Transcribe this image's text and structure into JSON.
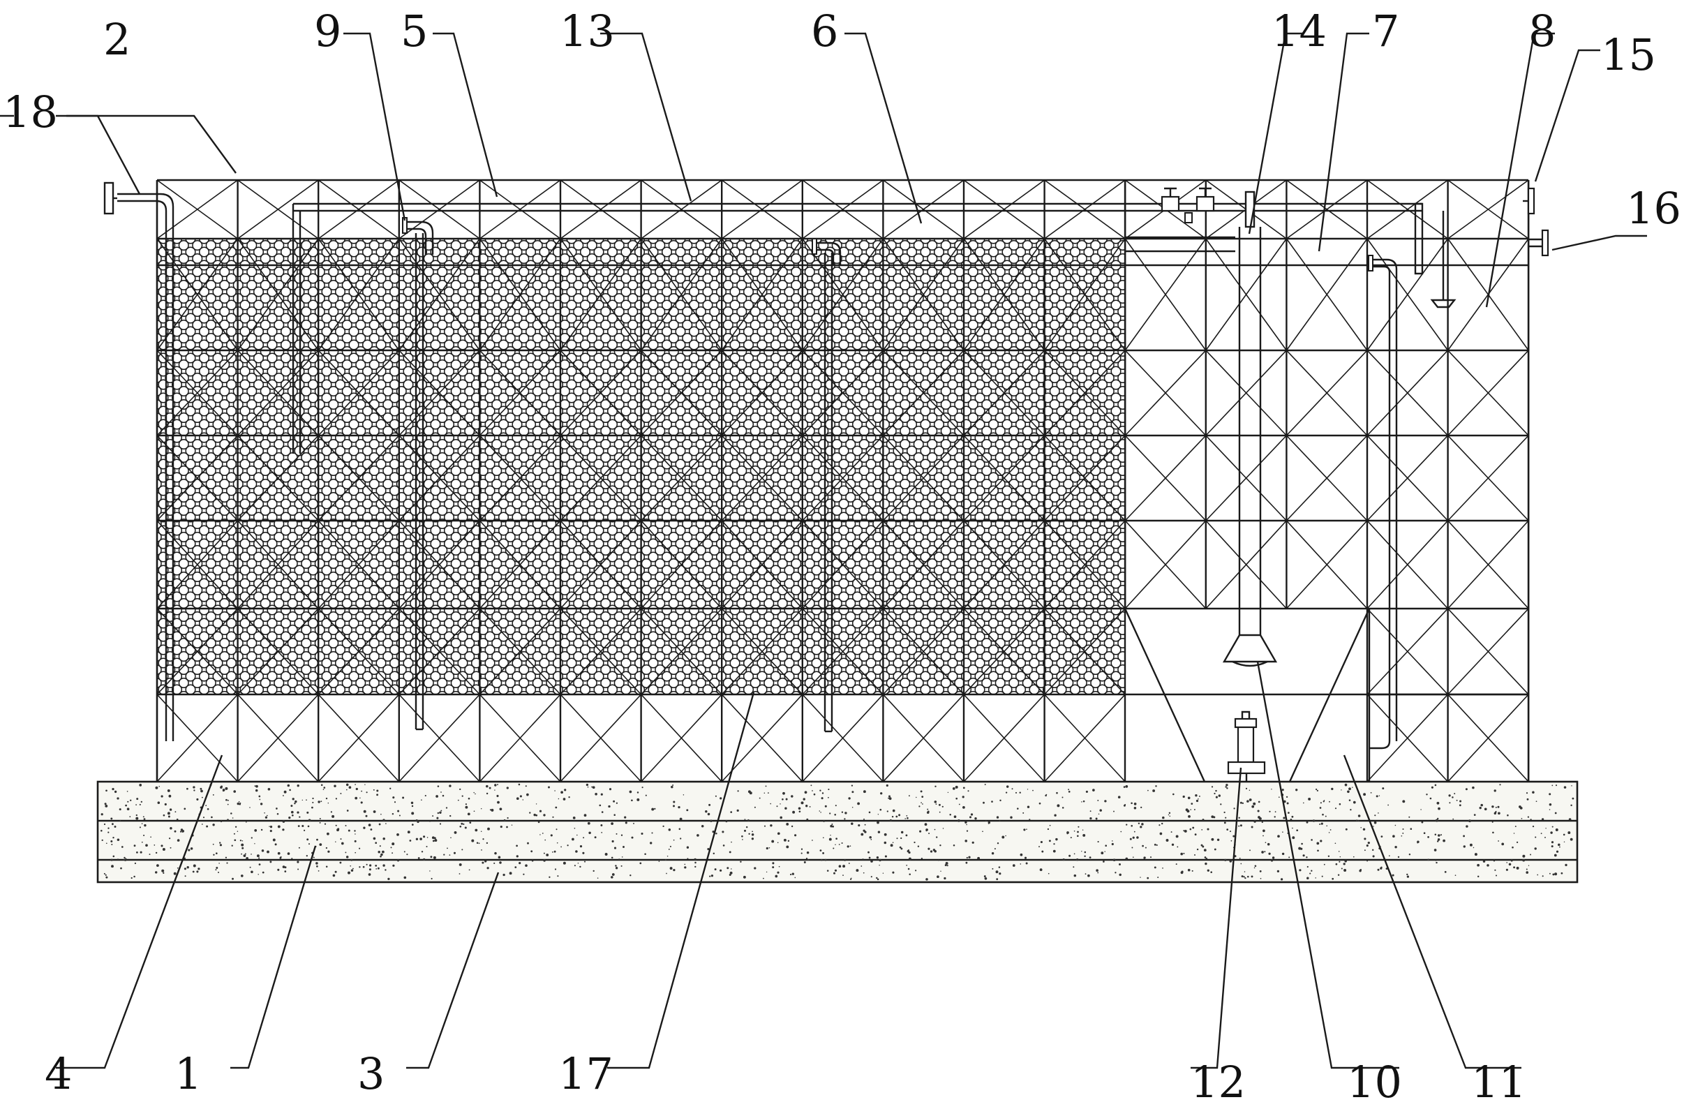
{
  "colors": {
    "line": "#1a1a1a",
    "background": "#ffffff",
    "ground_fill": "#f7f7f2"
  },
  "labels": {
    "l1": "1",
    "l2": "2",
    "l3": "3",
    "l4": "4",
    "l5": "5",
    "l6": "6",
    "l7": "7",
    "l8": "8",
    "l9": "9",
    "l10": "10",
    "l11": "11",
    "l12": "12",
    "l13": "13",
    "l14": "14",
    "l15": "15",
    "l16": "16",
    "l17": "17",
    "l18": "18"
  }
}
